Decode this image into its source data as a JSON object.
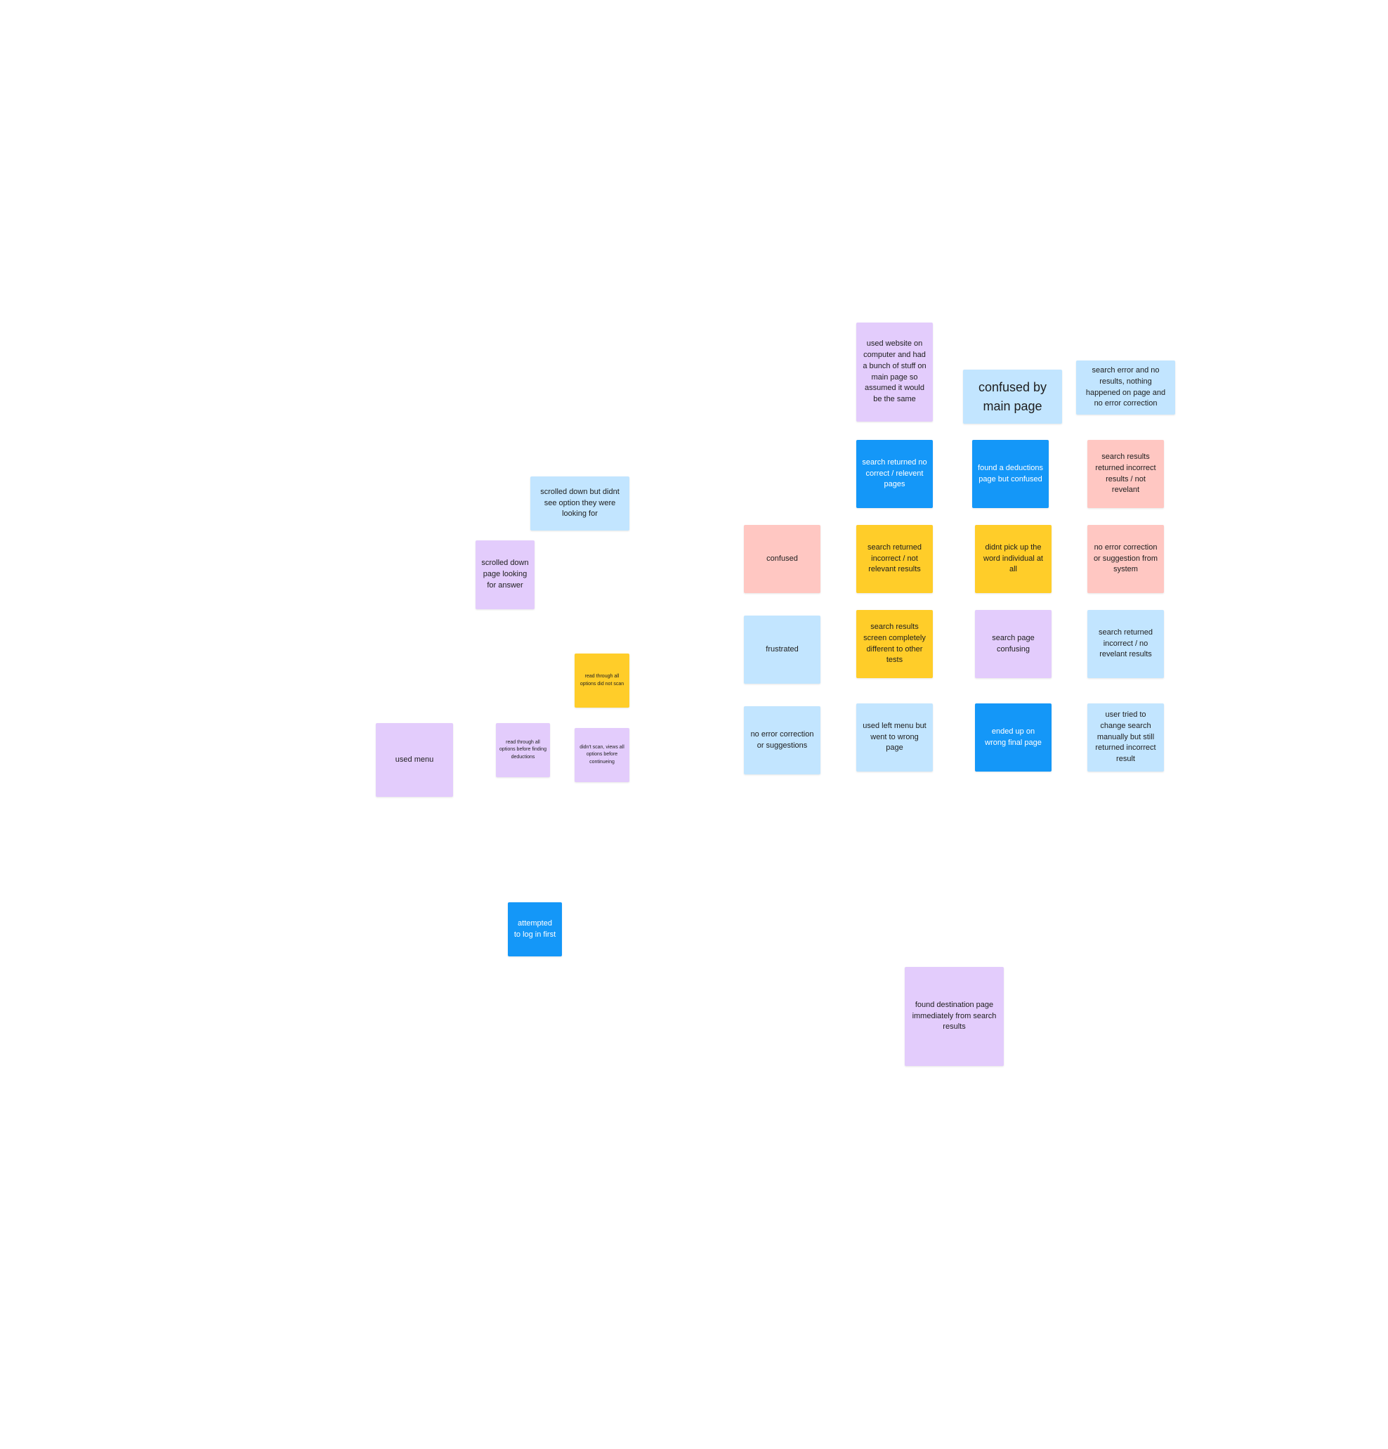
{
  "notes": {
    "n1": {
      "text": "used website on computer and had a bunch of stuff on main page so assumed it would be  the same",
      "color": "#e3ccfc"
    },
    "n2": {
      "text": "confused by main page",
      "color": "#c2e5ff"
    },
    "n3": {
      "text": "search error and no results, nothing happened on page and no error correction",
      "color": "#c2e5ff"
    },
    "n4": {
      "text": "search returned no correct / relevent pages",
      "color": "#1497f8"
    },
    "n5": {
      "text": "found a deductions page but confused",
      "color": "#1497f8"
    },
    "n6": {
      "text": "search results returned incorrect results / not revelant",
      "color": "#ffc7c2"
    },
    "n7": {
      "text": "scrolled down but didnt see option they were looking for",
      "color": "#c2e5ff"
    },
    "n8": {
      "text": "scrolled down page looking for answer",
      "color": "#e3ccfc"
    },
    "n9": {
      "text": "confused",
      "color": "#ffc7c2"
    },
    "n10": {
      "text": "search returned incorrect / not relevant results",
      "color": "#ffcd29"
    },
    "n11": {
      "text": "didnt pick up the word individual at all",
      "color": "#ffcd29"
    },
    "n12": {
      "text": "no error correction or suggestion from system",
      "color": "#ffc7c2"
    },
    "n13": {
      "text": "frustrated",
      "color": "#c2e5ff"
    },
    "n14": {
      "text": "search results screen completely different to other tests",
      "color": "#ffcd29"
    },
    "n15": {
      "text": "search page confusing",
      "color": "#e3ccfc"
    },
    "n16": {
      "text": "search returned incorrect / no revelant results",
      "color": "#c2e5ff"
    },
    "n17": {
      "text": "read through all options did not scan",
      "color": "#ffcd29"
    },
    "n18": {
      "text": "used menu",
      "color": "#e3ccfc"
    },
    "n19": {
      "text": "read through all options before finding deductions",
      "color": "#e3ccfc"
    },
    "n20": {
      "text": "didn't scan, views all options before continueing",
      "color": "#e3ccfc"
    },
    "n21": {
      "text": "no error correction or suggestions",
      "color": "#c2e5ff"
    },
    "n22": {
      "text": "used left menu but went to wrong page",
      "color": "#c2e5ff"
    },
    "n23": {
      "text": "ended up on wrong final page",
      "color": "#1497f8"
    },
    "n24": {
      "text": "user tried to change search manually but still returned incorrect result",
      "color": "#c2e5ff"
    },
    "n25": {
      "text": "attempted to log in first",
      "color": "#1497f8"
    },
    "n26": {
      "text": "found destination page immediately from search results",
      "color": "#e3ccfc"
    }
  }
}
